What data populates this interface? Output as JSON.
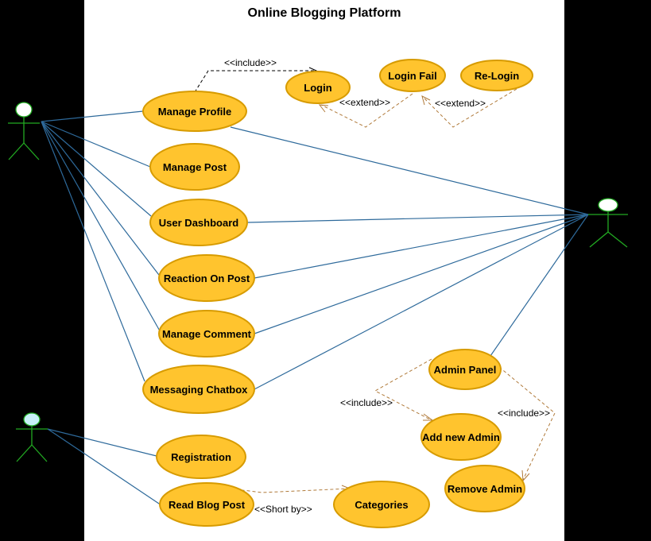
{
  "title": "Online Blogging Platform",
  "colors": {
    "canvas": "#ffffff",
    "background": "#000000",
    "usecase_fill": "#ffc42e",
    "usecase_stroke": "#d79b00",
    "association": "#2e6a9b",
    "dependency_dashed": "#b07a3a",
    "include_dashed": "#000000",
    "actor_stroke": "#22aa22",
    "actor_head": "#c8f0f8"
  },
  "use_cases": {
    "login": "Login",
    "login_fail": "Login Fail",
    "re_login": "Re-Login",
    "manage_profile": "Manage Profile",
    "manage_post": "Manage Post",
    "user_dashboard": "User Dashboard",
    "reaction_on_post": "Reaction On Post",
    "manage_comment": "Manage Comment",
    "messaging_chatbox": "Messaging Chatbox",
    "admin_panel": "Admin Panel",
    "add_new_admin": "Add new Admin",
    "remove_admin": "Remove Admin",
    "registration": "Registration",
    "read_blog_post": "Read Blog Post",
    "categories": "Categories"
  },
  "relations": {
    "include_login": "<<include>>",
    "extend_login_fail": "<<extend>>",
    "extend_re_login": "<<extend>>",
    "include_add_admin": "<<include>>",
    "include_remove_admin": "<<include>>",
    "short_by": "<<Short by>>"
  }
}
